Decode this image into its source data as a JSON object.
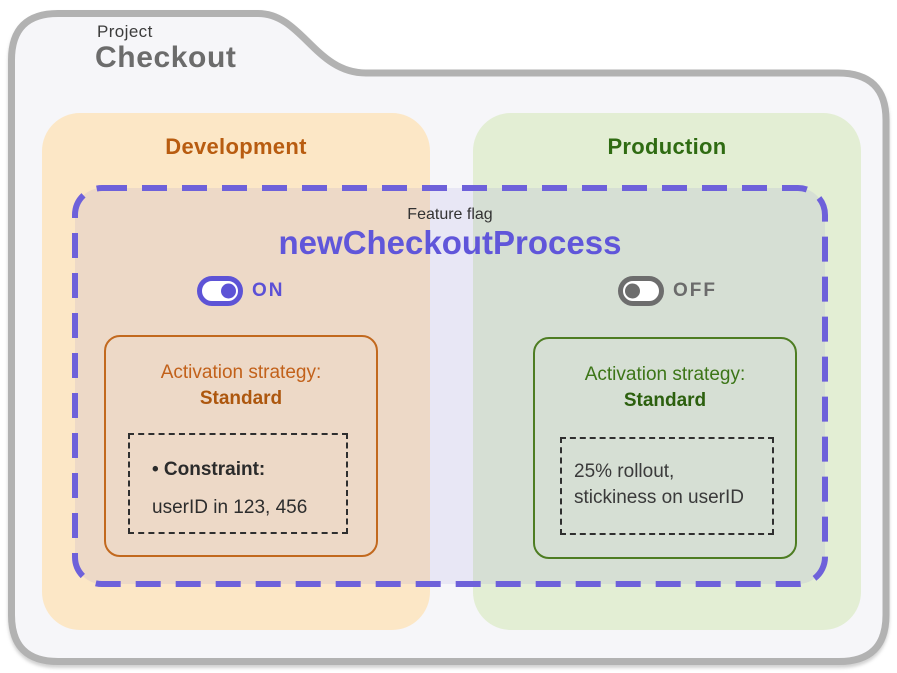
{
  "project": {
    "eyebrow": "Project",
    "name": "Checkout"
  },
  "feature_flag": {
    "label": "Feature flag",
    "name": "newCheckoutProcess"
  },
  "environments": {
    "development": {
      "label": "Development",
      "toggle": {
        "state": "ON",
        "enabled": true
      },
      "strategy": {
        "heading": "Activation strategy:",
        "name": "Standard",
        "constraint_title": "• Constraint:",
        "constraint_value": "userID in 123, 456"
      }
    },
    "production": {
      "label": "Production",
      "toggle": {
        "state": "OFF",
        "enabled": false
      },
      "strategy": {
        "heading": "Activation strategy:",
        "name": "Standard",
        "rollout_line1": "25% rollout,",
        "rollout_line2": "stickiness on userID"
      }
    }
  },
  "colors": {
    "folder_border": "#b2b2b2",
    "folder_fill": "#f6f6f9",
    "development_fill": "#fce7c6",
    "development_accent": "#b85c10",
    "production_fill": "#e3eed4",
    "production_accent": "#2f6b12",
    "flag_purple": "#6056da",
    "flag_dash": "#6e61da",
    "toggle_on": "#5d53d6",
    "toggle_off": "#6d6d6d"
  }
}
